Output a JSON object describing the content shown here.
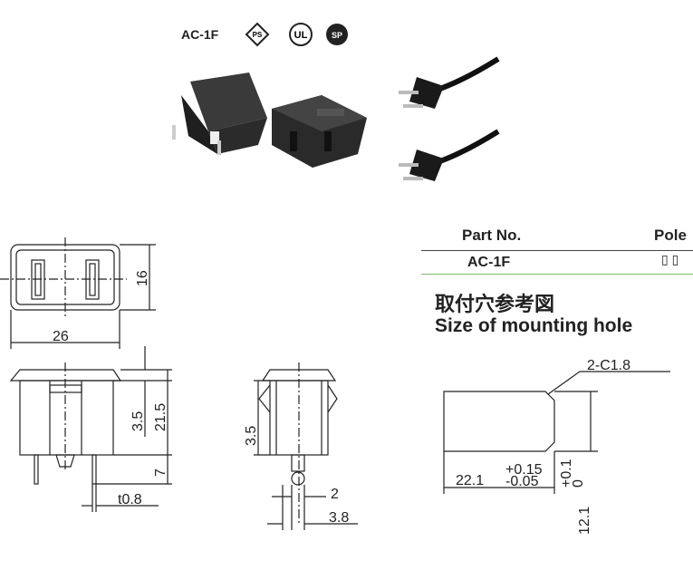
{
  "header": {
    "model": "AC-1F",
    "certifications": [
      "PSE-mark-icon",
      "UL-mark-icon",
      "CSA-mark-icon"
    ]
  },
  "table": {
    "col_part": "Part No.",
    "col_pole": "Pole",
    "rows": [
      {
        "part": "AC-1F",
        "pole": "▯ ▯"
      }
    ]
  },
  "mounting": {
    "title_jp": "取付穴参考図",
    "title_en": "Size of mounting hole",
    "chamfer": "2-C1.8",
    "width_main": "22.1",
    "width_tol_upper": "+0.15",
    "width_tol_lower": "-0.05",
    "height_main": "12.1",
    "height_tol_upper": "+0.1",
    "height_tol_lower": "0"
  },
  "front_view": {
    "width": "26",
    "height": "16"
  },
  "side_view": {
    "d1": "3.5",
    "d2": "21.5",
    "d3": "7",
    "thickness": "t0.8"
  },
  "end_view": {
    "d1": "3.5",
    "d2": "2",
    "d3": "3.8"
  },
  "colors": {
    "outline": "#222222",
    "green_rule": "#7cbf6a",
    "body_dark": "#2a2a2a"
  }
}
